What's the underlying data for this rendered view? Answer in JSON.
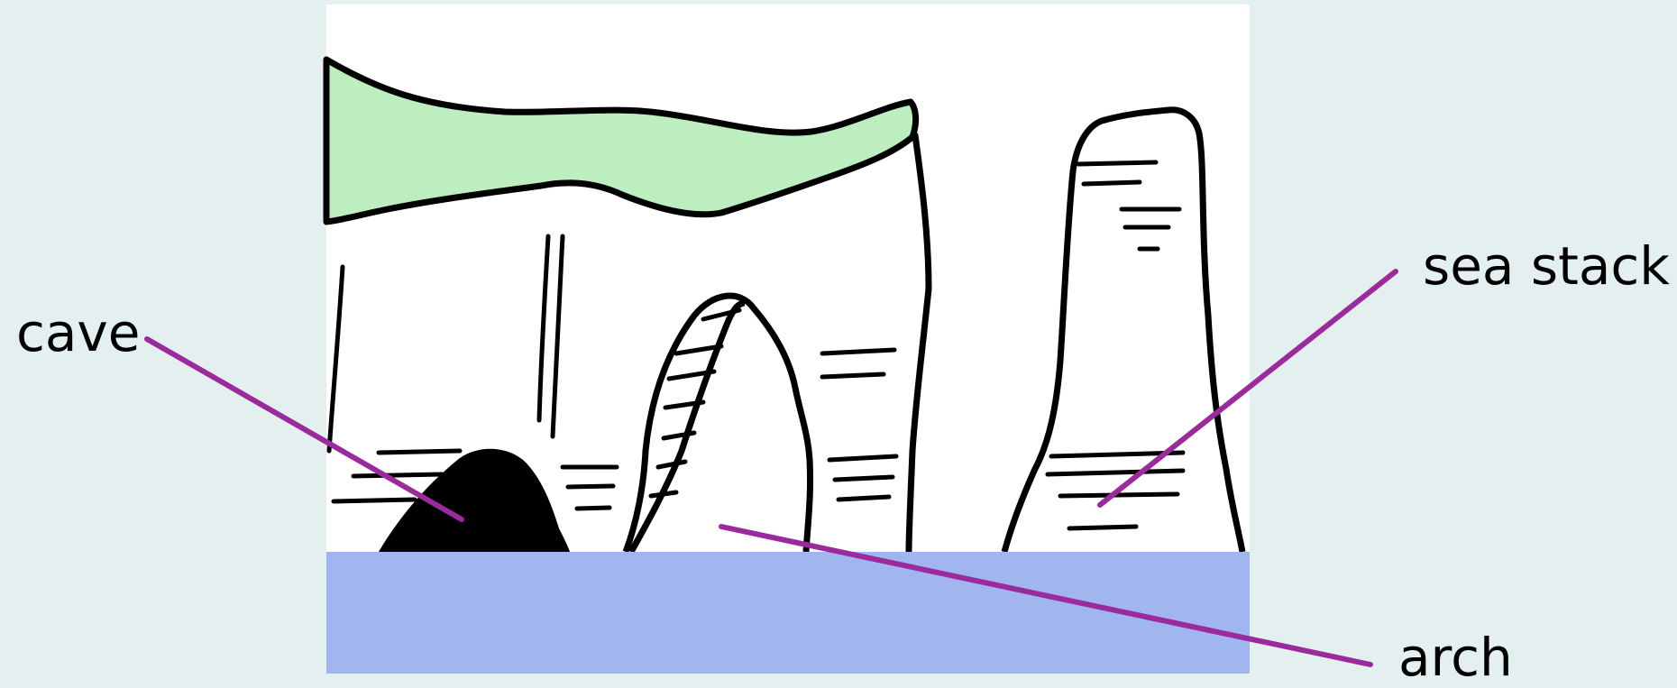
{
  "labels": {
    "cave": "cave",
    "sea_stack": "sea stack",
    "arch": "arch"
  },
  "colors": {
    "background": "#e3f0ef",
    "cliff": "#ffffff",
    "grass": "#bdeec0",
    "sea": "#a1b6ef",
    "cave": "#000000",
    "leader_line": "#9b2a9c",
    "outline": "#000000"
  }
}
